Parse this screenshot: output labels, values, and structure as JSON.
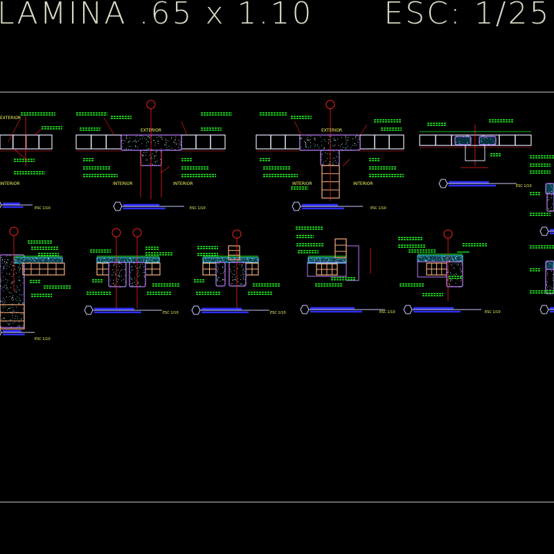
{
  "sheet": {
    "title": "LAMINA .65 x 1.10      ESC: 1/25",
    "colors": {
      "background": "#000000",
      "border": "#d0d0d0",
      "wall": "#e8e8ff",
      "concrete": "#c080ff",
      "axis": "#ff2020",
      "label": "#22ff22",
      "title_bar": "#3030ff",
      "text": "#ffff66",
      "fill_blue": "#40e0ff"
    }
  },
  "labels": {
    "exterior": "EXTERIOR",
    "interior": "INTERIOR",
    "scale_detail": "ESC 1/10"
  }
}
